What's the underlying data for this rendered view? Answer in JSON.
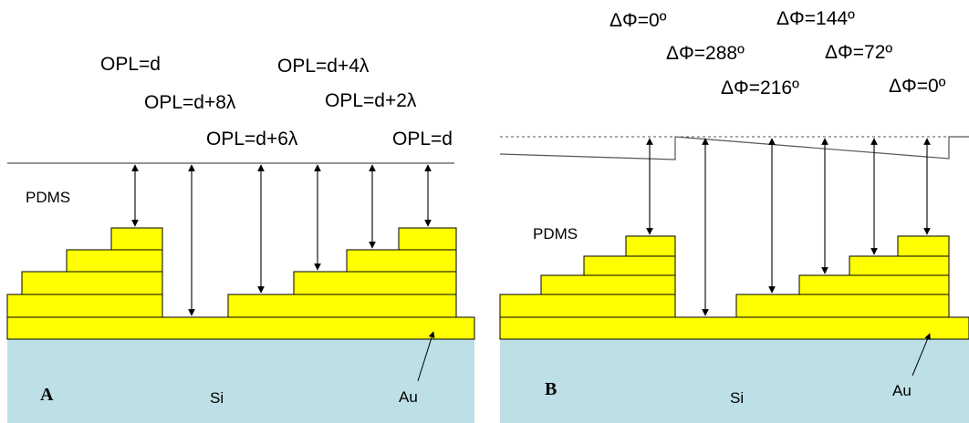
{
  "colors": {
    "gold": "#ffff00",
    "silicon": "#bce0e6",
    "stroke": "#000000",
    "line": "#555555"
  },
  "panelA": {
    "panel_label": "A",
    "medium_label": "PDMS",
    "substrate_label": "Si",
    "metal_label": "Au",
    "opl_labels": [
      "OPL=d",
      "OPL=d+8λ",
      "OPL=d+6λ",
      "OPL=d+4λ",
      "OPL=d+2λ",
      "OPL=d"
    ]
  },
  "panelB": {
    "panel_label": "B",
    "medium_label": "PDMS",
    "substrate_label": "Si",
    "metal_label": "Au",
    "phase_labels": [
      "ΔΦ=0º",
      "ΔΦ=288º",
      "ΔΦ=216º",
      "ΔΦ=144º",
      "ΔΦ=72º",
      "ΔΦ=0º"
    ]
  }
}
